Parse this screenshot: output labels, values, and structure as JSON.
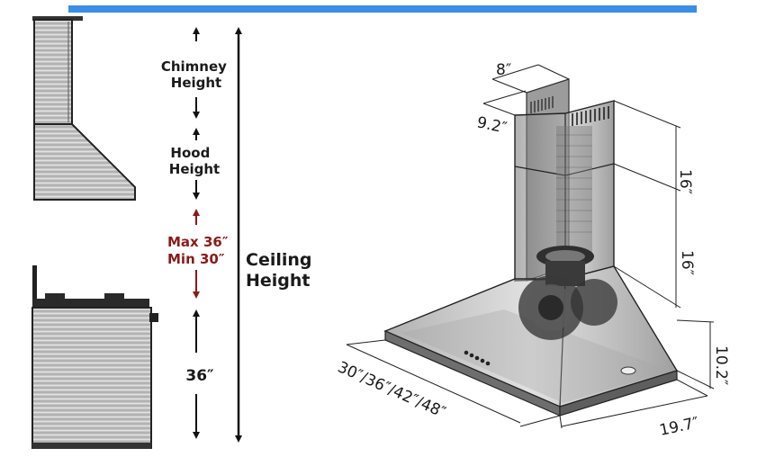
{
  "labels": {
    "chimney_height": [
      "Chimney",
      "Height"
    ],
    "hood_height": [
      "Hood",
      "Height"
    ],
    "clearance_max": "Max 36″",
    "clearance_min": "Min 30″",
    "ceiling_height": [
      "Ceiling",
      "Height"
    ],
    "counter_height": "36″"
  },
  "dimensions": {
    "chimney_width": "8″",
    "chimney_depth": "9.2″",
    "chimney_upper": "16″",
    "chimney_lower": "16″",
    "hood_widths": "30″/36″/42″/48″",
    "hood_depth": "19.7″",
    "hood_height": "10.2″"
  },
  "colors": {
    "accent_bar": "#3a8ee6",
    "clearance_red": "#8b1a1a"
  }
}
